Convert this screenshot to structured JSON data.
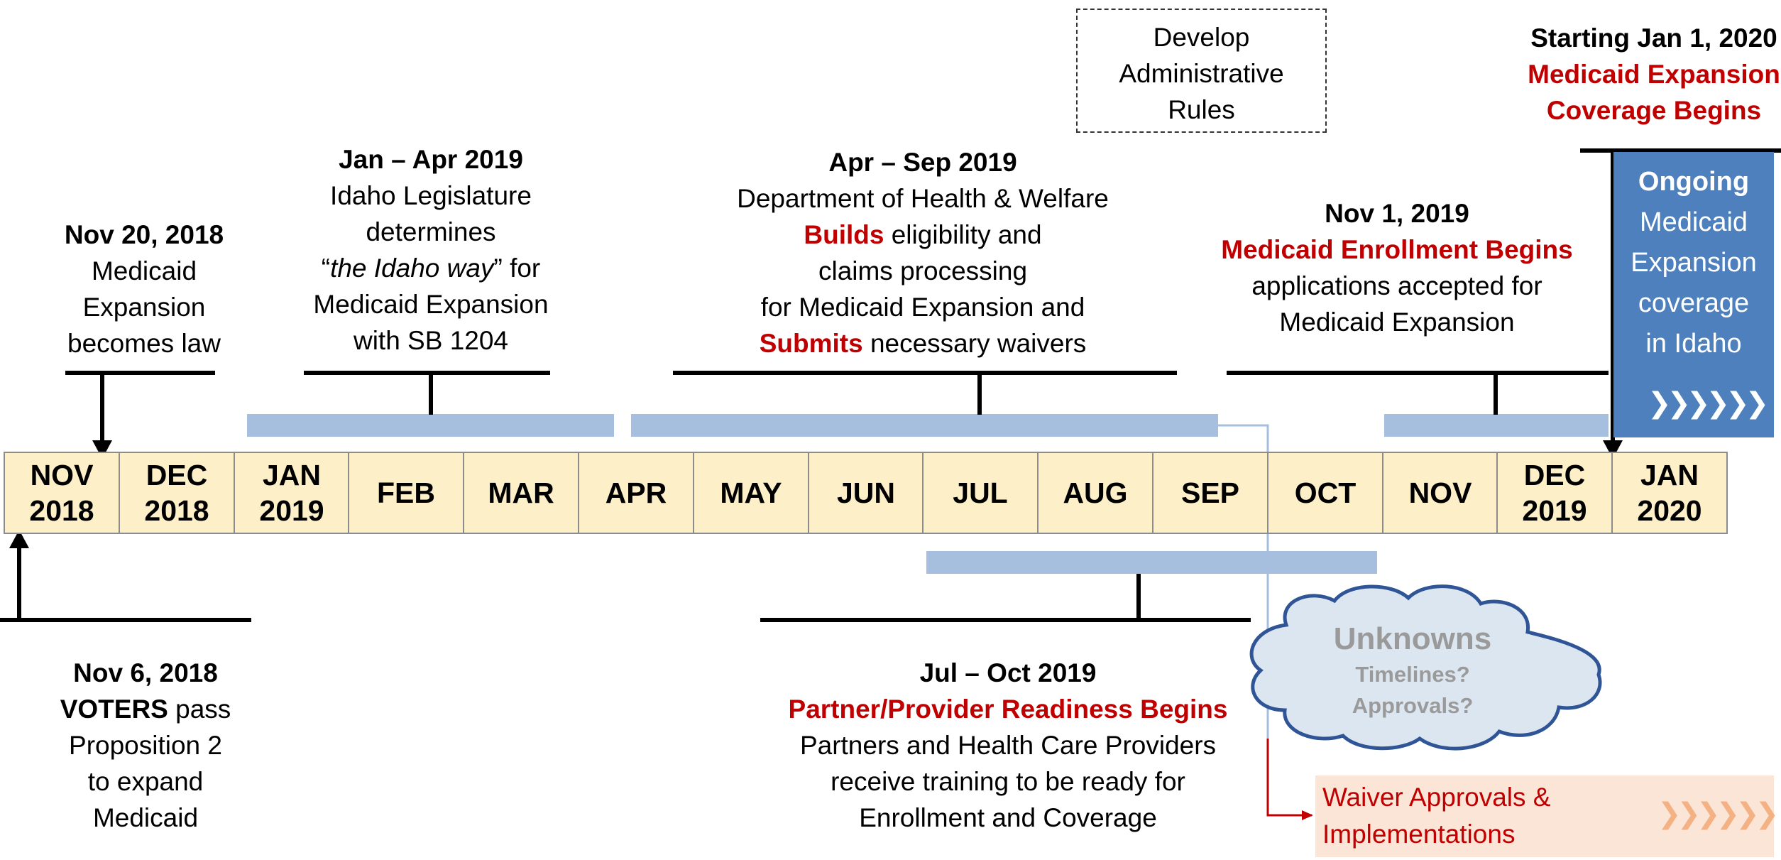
{
  "colors": {
    "timeline_fill": "#fdf0c8",
    "bar_blue": "#a6bfdf",
    "ongoing_blue": "#4e80bd",
    "accent_red": "#c00000",
    "waiver_fill": "#fbe5d6",
    "cloud_fill": "#dce6f1",
    "cloud_stroke": "#2f5597"
  },
  "months": [
    {
      "line1": "NOV",
      "line2": "2018"
    },
    {
      "line1": "DEC",
      "line2": "2018"
    },
    {
      "line1": "JAN",
      "line2": "2019"
    },
    {
      "line1": "FEB",
      "line2": ""
    },
    {
      "line1": "MAR",
      "line2": ""
    },
    {
      "line1": "APR",
      "line2": ""
    },
    {
      "line1": "MAY",
      "line2": ""
    },
    {
      "line1": "JUN",
      "line2": ""
    },
    {
      "line1": "JUL",
      "line2": ""
    },
    {
      "line1": "AUG",
      "line2": ""
    },
    {
      "line1": "SEP",
      "line2": ""
    },
    {
      "line1": "OCT",
      "line2": ""
    },
    {
      "line1": "NOV",
      "line2": ""
    },
    {
      "line1": "DEC",
      "line2": "2019"
    },
    {
      "line1": "JAN",
      "line2": "2020"
    }
  ],
  "events": {
    "law": {
      "date": "Nov 20, 2018",
      "l1": "Medicaid",
      "l2": "Expansion",
      "l3": "becomes law"
    },
    "legislature": {
      "date": "Jan – Apr 2019",
      "l1": "Idaho Legislature",
      "l2": "determines",
      "l3_quote_open": "“",
      "l3_italic": "the Idaho way",
      "l3_rest": "” for",
      "l4": "Medicaid Expansion",
      "l5": "with SB 1204"
    },
    "dhw": {
      "date": "Apr – Sep 2019",
      "l1": "Department of Health & Welfare",
      "l2_red": "Builds",
      "l2_rest": " eligibility and",
      "l3": "claims processing",
      "l4": "for Medicaid Expansion and",
      "l5_red": "Submits",
      "l5_rest": " necessary waivers"
    },
    "rules": {
      "l1": "Develop",
      "l2": "Administrative",
      "l3": "Rules"
    },
    "enrollment": {
      "date": "Nov 1, 2019",
      "red": "Medicaid Enrollment Begins",
      "l1": "applications accepted for",
      "l2": "Medicaid Expansion"
    },
    "coverage": {
      "date": "Starting Jan 1, 2020",
      "red1": "Medicaid Expansion",
      "red2": "Coverage Begins"
    },
    "ongoing": {
      "bold": "Ongoing",
      "l1": "Medicaid",
      "l2": "Expansion",
      "l3": "coverage",
      "l4": "in Idaho",
      "chevrons": "❯❯❯❯❯❯"
    },
    "voters": {
      "date": "Nov 6, 2018",
      "bold": "VOTERS",
      "rest": " pass",
      "l1": "Proposition 2",
      "l2": "to expand",
      "l3": "Medicaid"
    },
    "readiness": {
      "date": "Jul – Oct 2019",
      "red": "Partner/Provider Readiness Begins",
      "l1": "Partners and Health Care Providers",
      "l2": "receive training to be ready for",
      "l3": "Enrollment and Coverage"
    },
    "unknowns": {
      "title": "Unknowns",
      "l1": "Timelines?",
      "l2": "Approvals?"
    },
    "waiver": {
      "l1": "Waiver Approvals &",
      "l2": "Implementations",
      "chevrons": "❯❯❯❯❯❯"
    }
  }
}
